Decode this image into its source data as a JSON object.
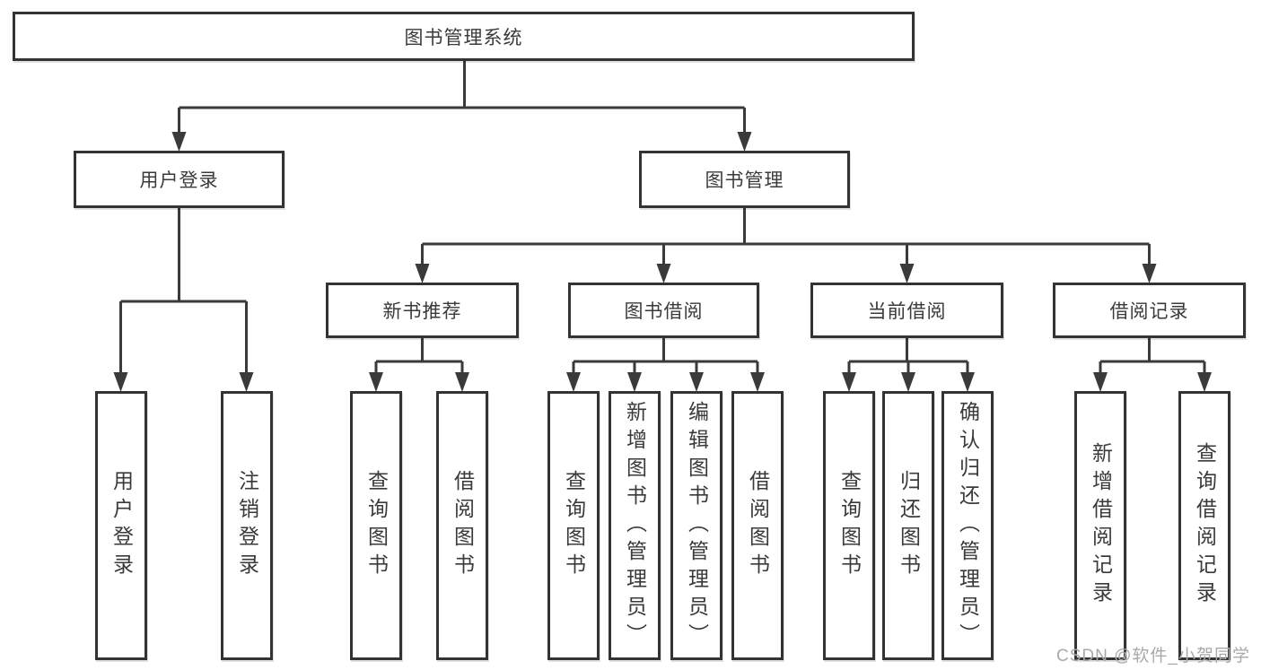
{
  "tree": {
    "root": {
      "label": "图书管理系统",
      "children": [
        {
          "label": "用户登录",
          "children": [
            {
              "label": "用户登录"
            },
            {
              "label": "注销登录"
            }
          ]
        },
        {
          "label": "图书管理",
          "children": [
            {
              "label": "新书推荐",
              "children": [
                {
                  "label": "查询图书"
                },
                {
                  "label": "借阅图书"
                }
              ]
            },
            {
              "label": "图书借阅",
              "children": [
                {
                  "label": "查询图书"
                },
                {
                  "label": "新增图书（管理员）"
                },
                {
                  "label": "编辑图书（管理员）"
                },
                {
                  "label": "借阅图书"
                }
              ]
            },
            {
              "label": "当前借阅",
              "children": [
                {
                  "label": "查询图书"
                },
                {
                  "label": "归还图书"
                },
                {
                  "label": "确认归还（管理员）"
                }
              ]
            },
            {
              "label": "借阅记录",
              "children": [
                {
                  "label": "新增借阅记录"
                },
                {
                  "label": "查询借阅记录"
                }
              ]
            }
          ]
        }
      ]
    }
  },
  "watermark": "CSDN @软件_小贺同学",
  "colors": {
    "line": "#3a3a3a",
    "box_border": "#333333",
    "text": "#3a3a3a",
    "watermark": "#a9a9a9",
    "background": "#ffffff"
  }
}
